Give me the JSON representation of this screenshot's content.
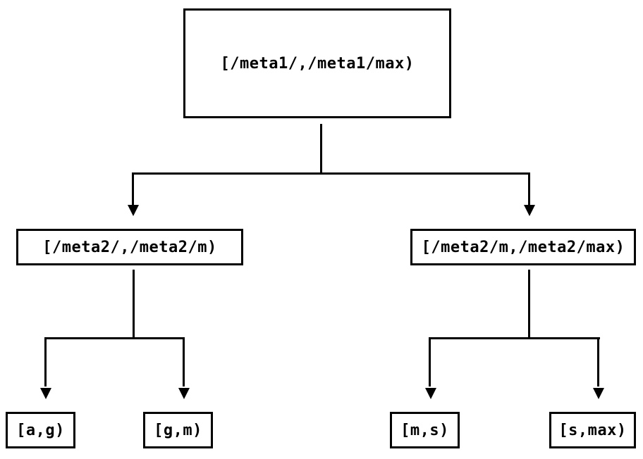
{
  "diagram": {
    "type": "tree",
    "nodes": {
      "root": {
        "label": "[/meta1/,/meta1/max)"
      },
      "mid_left": {
        "label": "[/meta2/,/meta2/m)"
      },
      "mid_right": {
        "label": "[/meta2/m,/meta2/max)"
      },
      "leaf_a_g": {
        "label": "[a,g)"
      },
      "leaf_g_m": {
        "label": "[g,m)"
      },
      "leaf_m_s": {
        "label": "[m,s)"
      },
      "leaf_s_max": {
        "label": "[s,max)"
      }
    },
    "edges": [
      {
        "from": "root",
        "to": "mid_left"
      },
      {
        "from": "root",
        "to": "mid_right"
      },
      {
        "from": "mid_left",
        "to": "leaf_a_g"
      },
      {
        "from": "mid_left",
        "to": "leaf_g_m"
      },
      {
        "from": "mid_right",
        "to": "leaf_m_s"
      },
      {
        "from": "mid_right",
        "to": "leaf_s_max"
      }
    ],
    "colors": {
      "line": "#000000",
      "text": "#000000",
      "background": "#ffffff"
    }
  }
}
